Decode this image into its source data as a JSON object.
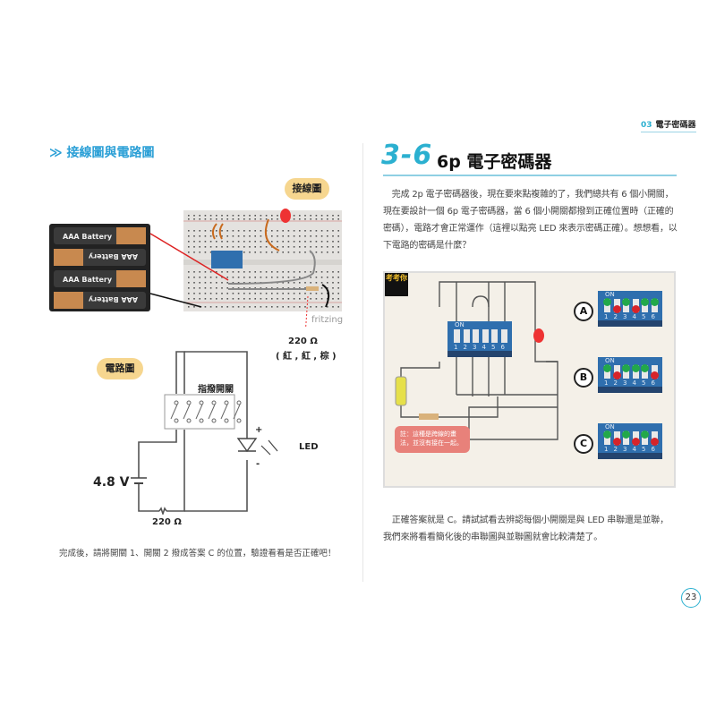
{
  "header": {
    "chapter_num": "03",
    "chapter_title": "電子密碼器"
  },
  "left": {
    "heading": "接線圖與電路圖",
    "wiring_bubble": "接線圖",
    "battery_labels": [
      "AAA Battery",
      "AAA Battery",
      "AAA Battery",
      "AAA Battery"
    ],
    "fritzing": "fritzing",
    "resistor_value": "220 Ω",
    "resistor_colors": "( 紅 , 紅 , 棕 )",
    "circuit_bubble": "電路圖",
    "switch_label": "指撥開關",
    "led_label": "LED",
    "led_plus": "+",
    "led_minus": "-",
    "voltage": "4.8 V",
    "circuit_resistor": "220 Ω",
    "caption": "完成後，請將開關 1、開關 2 撥成答案 C 的位置，驗證看看是否正確吧！"
  },
  "right": {
    "section_num": "3-6",
    "section_title": "6p 電子密碼器",
    "intro_lines": [
      "　完成 2p 電子密碼器後，現在要來點複雜的了，我們總共有 6 個小開關，",
      "現在要設計一個 6p 電子密碼器，當 6 個小開關都撥到正確位置時（正確的",
      "密碼），電路才會正常運作（這裡以點亮 LED 來表示密碼正確）。想想看，以",
      "下電路的密碼是什麼？"
    ],
    "quiz": {
      "badge": "考考你",
      "note": "註：這種是跨線的畫法，並沒有接在一起。",
      "dip_on": "ON",
      "dip_numbers": [
        "1",
        "2",
        "3",
        "4",
        "5",
        "6"
      ],
      "options": [
        {
          "label": "A",
          "switches": [
            1,
            0,
            1,
            0,
            1,
            1
          ]
        },
        {
          "label": "B",
          "switches": [
            1,
            0,
            1,
            1,
            1,
            0
          ]
        },
        {
          "label": "C",
          "switches": [
            1,
            0,
            1,
            0,
            1,
            0
          ]
        }
      ]
    },
    "answer_lines": [
      "　正確答案就是 C。請試試看去辨認每個小開關是與 LED 串聯還是並聯，",
      "我們來將看看簡化後的串聯圖與並聯圖就會比較清楚了。"
    ],
    "page_number": "23"
  },
  "colors": {
    "accent": "#2bb0d0",
    "bubble": "#f6d68f",
    "dip_blue": "#2f6fae",
    "on": "#22a84a",
    "off": "#d6242a"
  }
}
